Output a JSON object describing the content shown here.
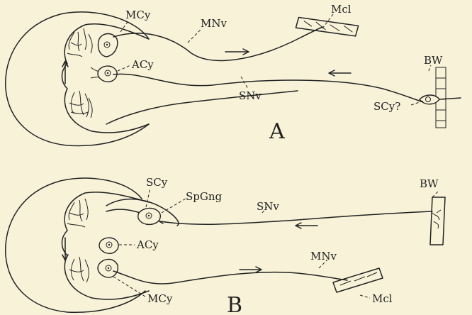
{
  "panel_a": {
    "label": "A",
    "labels": {
      "mcy": "MCy",
      "mnv": "MNv",
      "mcl": "Mcl",
      "acy": "ACy",
      "snv": "SNv",
      "bw": "BW",
      "scy": "SCy?"
    }
  },
  "panel_b": {
    "label": "B",
    "labels": {
      "scy": "SCy",
      "spgng": "SpGng",
      "bw": "BW",
      "snv": "SNv",
      "acy": "ACy",
      "mnv": "MNv",
      "mcy": "MCy",
      "mcl": "Mcl"
    }
  },
  "colors": {
    "background": "#f8f2d8",
    "ink": "#222222"
  }
}
